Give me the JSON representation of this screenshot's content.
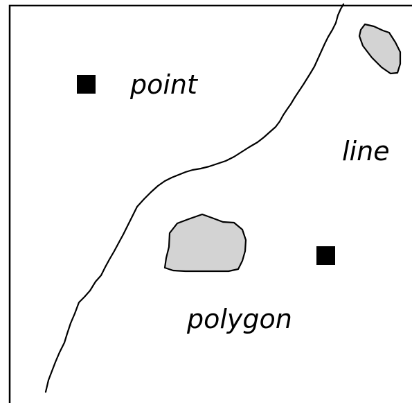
{
  "labels": {
    "point": "point",
    "line": "line",
    "polygon": "polygon"
  },
  "colors": {
    "frame": "#000000",
    "line_stroke": "#000000",
    "polygon_fill": "#d3d3d3",
    "point_fill": "#000000"
  },
  "icons": [
    "point-marker",
    "line-feature",
    "polygon-feature"
  ]
}
